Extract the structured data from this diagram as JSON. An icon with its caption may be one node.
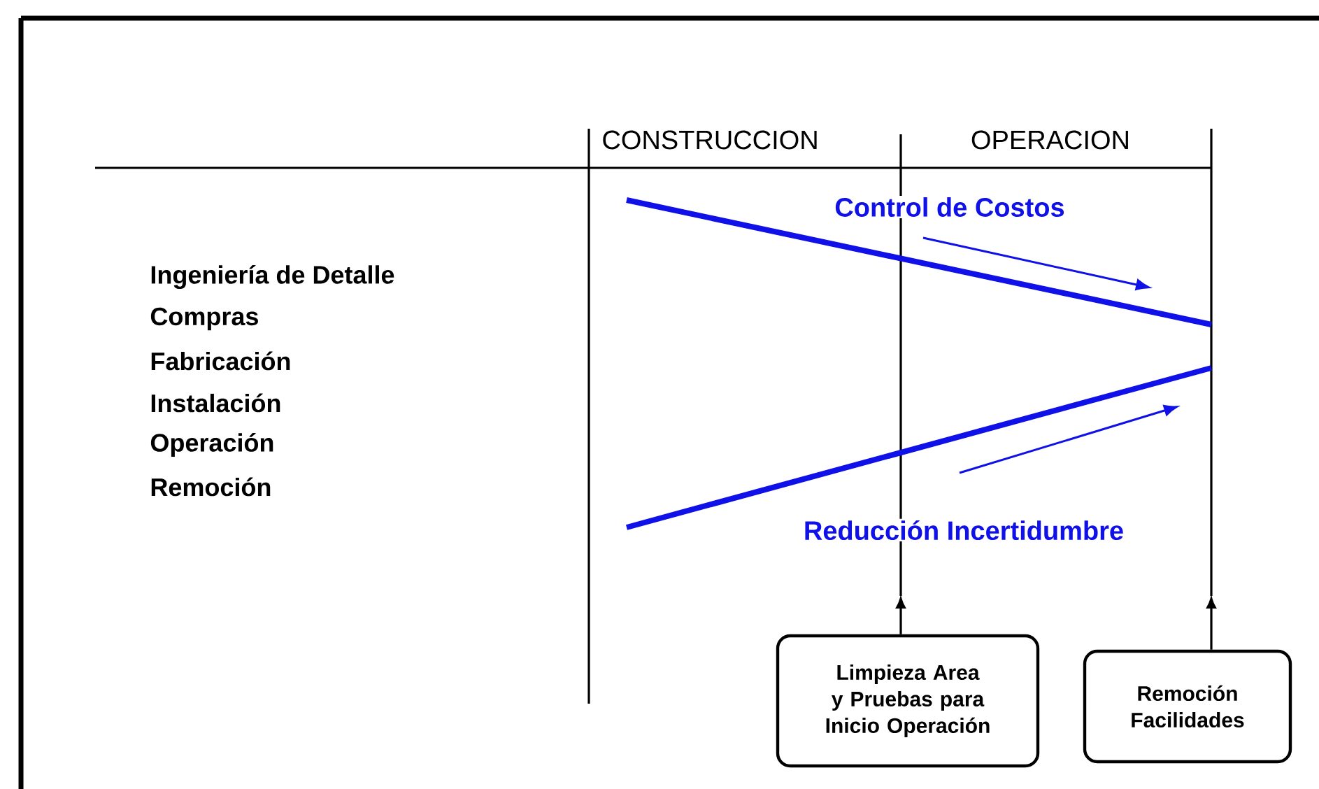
{
  "diagram": {
    "nodes": [
      {
        "text": [
          "Limpieza Area y Pruebas para Inicio Operación"
        ]
      },
      {
        "text": [
          "Remoción Facilidades"
        ]
      }
    ],
    "edges": [
      {
        "from": 0,
        "to": null,
        "arrow": "to"
      },
      {
        "from": 1,
        "to": null,
        "arrow": "to"
      }
    ],
    "labels": [
      "CONSTRUCCION",
      "OPERACION",
      "Control de Costos",
      "Ingeniería de Detalle",
      "Compras",
      "Fabricación",
      "Instalación",
      "Operación",
      "Remoción",
      "Reducción Incertidumbre"
    ]
  }
}
